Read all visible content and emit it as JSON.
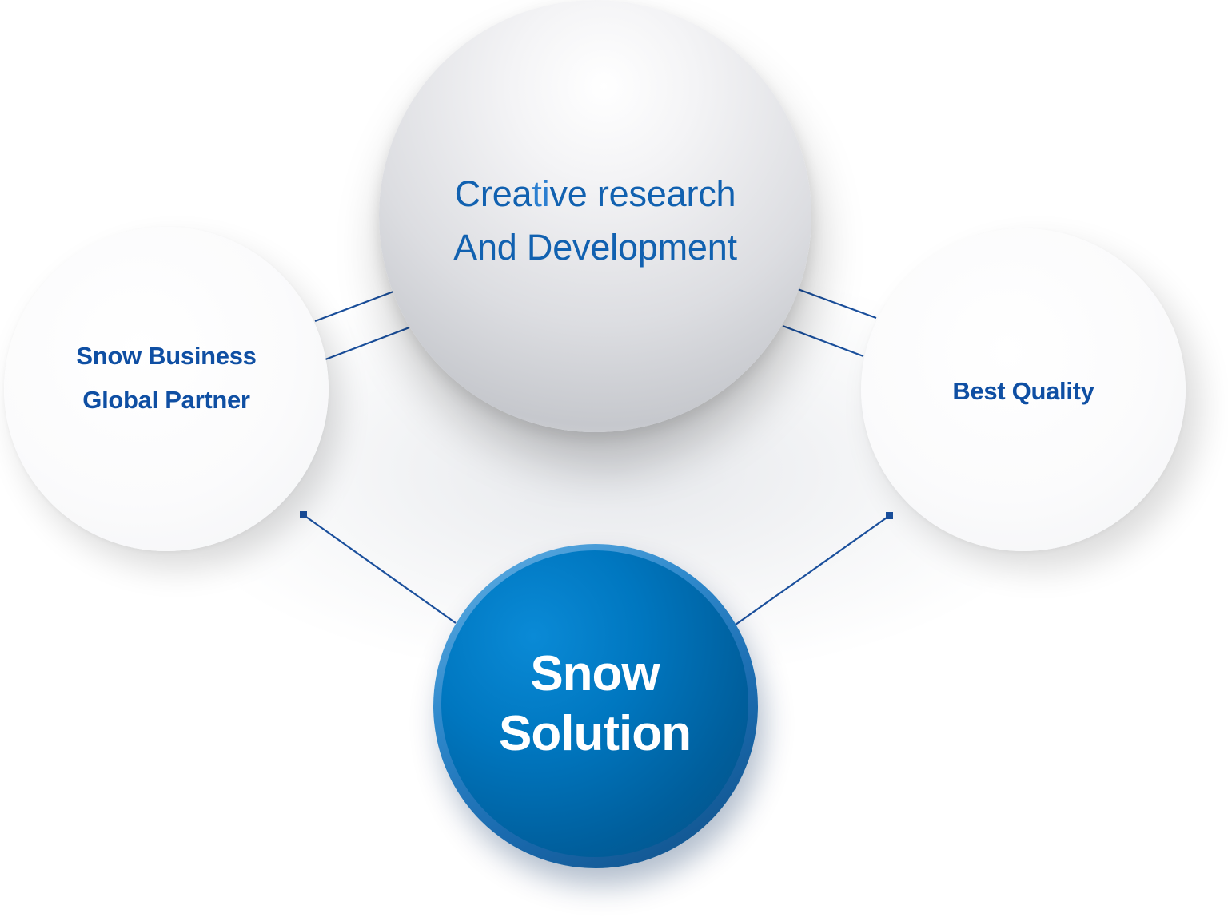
{
  "diagram": {
    "nodes": {
      "top": {
        "lines": [
          "Crea",
          "ti",
          "ve research",
          "And Development"
        ]
      },
      "left": {
        "lines": [
          "Snow Business",
          "Global Partner"
        ]
      },
      "right": {
        "lines": [
          "Best Quality"
        ]
      },
      "center": {
        "lines": [
          "Snow",
          "Solution"
        ]
      }
    },
    "colors": {
      "text_blue": "#0f4fa3",
      "accent_blue": "#2c7fd0",
      "line_blue": "#1a4f9c",
      "center_fill": "#0077c0",
      "center_ring": "#5fb0e3",
      "white": "#ffffff"
    }
  }
}
